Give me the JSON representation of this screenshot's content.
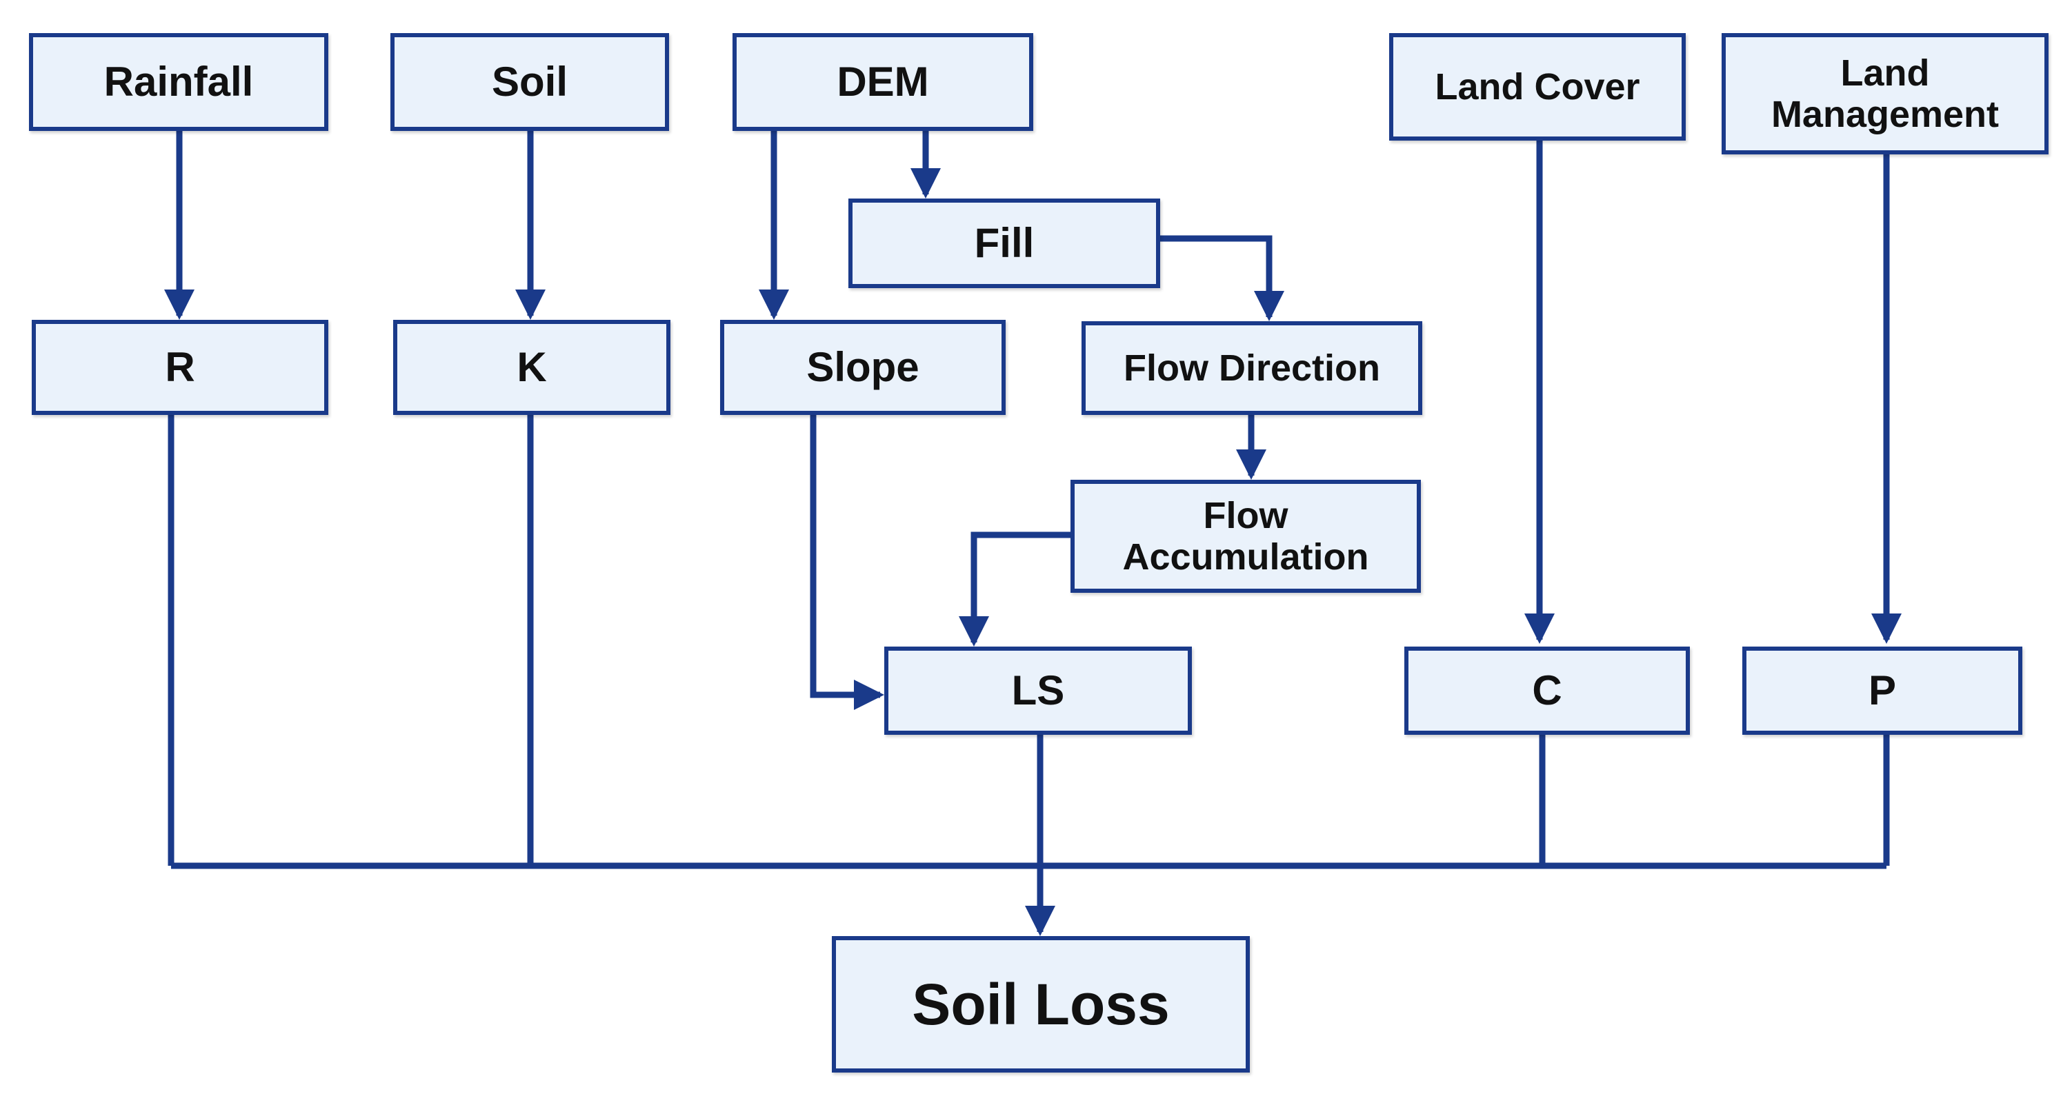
{
  "nodes": {
    "rainfall": "Rainfall",
    "soil": "Soil",
    "dem": "DEM",
    "land_cover": "Land Cover",
    "land_management": "Land\nManagement",
    "fill": "Fill",
    "r": "R",
    "k": "K",
    "slope": "Slope",
    "flow_direction": "Flow Direction",
    "flow_accumulation": "Flow\nAccumulation",
    "ls": "LS",
    "c": "C",
    "p": "P",
    "soil_loss": "Soil Loss"
  },
  "edges": [
    {
      "from": "Rainfall",
      "to": "R"
    },
    {
      "from": "Soil",
      "to": "K"
    },
    {
      "from": "DEM",
      "to": "Fill"
    },
    {
      "from": "DEM",
      "to": "Slope"
    },
    {
      "from": "Fill",
      "to": "Flow Direction"
    },
    {
      "from": "Flow Direction",
      "to": "Flow Accumulation"
    },
    {
      "from": "Flow Accumulation",
      "to": "LS"
    },
    {
      "from": "Slope",
      "to": "LS"
    },
    {
      "from": "Land Cover",
      "to": "C"
    },
    {
      "from": "Land Management",
      "to": "P"
    },
    {
      "from": "R",
      "to": "Soil Loss"
    },
    {
      "from": "K",
      "to": "Soil Loss"
    },
    {
      "from": "LS",
      "to": "Soil Loss"
    },
    {
      "from": "C",
      "to": "Soil Loss"
    },
    {
      "from": "P",
      "to": "Soil Loss"
    }
  ],
  "colors": {
    "stroke": "#1a3a8a",
    "node_fill": "#eaf2fb",
    "text": "#111111"
  }
}
